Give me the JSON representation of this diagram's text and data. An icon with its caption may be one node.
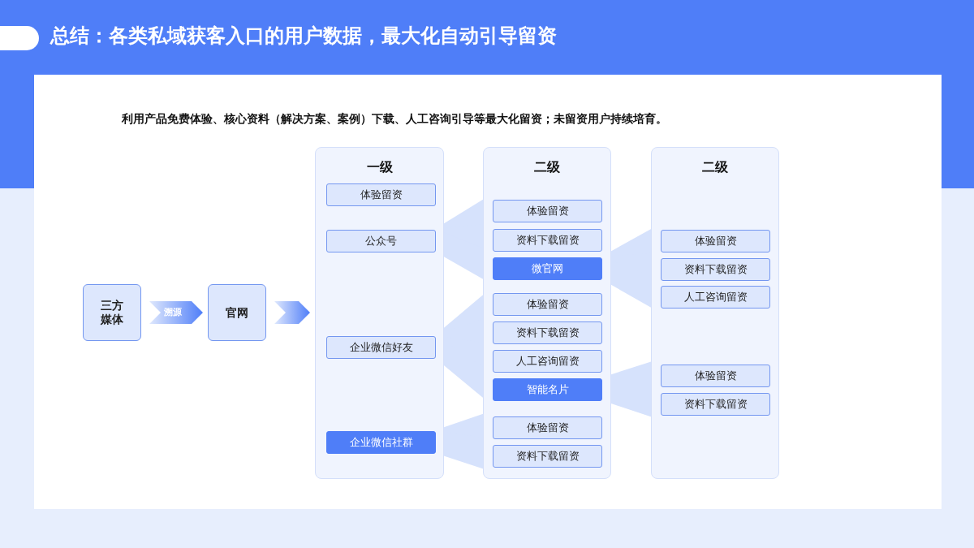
{
  "diagram": {
    "title": "总结：各类私域获客入口的用户数据，最大化自动引导留资",
    "nodes": [
      {
        "text": [
          "三方媒体"
        ]
      },
      {
        "text": [
          "官网"
        ]
      },
      {
        "text": [
          "一级"
        ]
      },
      {
        "text": [
          "体验留资"
        ],
        "in": 2
      },
      {
        "text": [
          "公众号"
        ],
        "in": 2
      },
      {
        "text": [
          "企业微信好友"
        ],
        "in": 2
      },
      {
        "text": [
          "企业微信社群"
        ],
        "in": 2
      },
      {
        "text": [
          "二级"
        ]
      },
      {
        "text": [
          "体验留资"
        ],
        "in": 7
      },
      {
        "text": [
          "资料下载留资"
        ],
        "in": 7
      },
      {
        "text": [
          "微官网"
        ],
        "in": 7
      },
      {
        "text": [
          "体验留资"
        ],
        "in": 7
      },
      {
        "text": [
          "资料下载留资"
        ],
        "in": 7
      },
      {
        "text": [
          "人工咨询留资"
        ],
        "in": 7
      },
      {
        "text": [
          "智能名片"
        ],
        "in": 7
      },
      {
        "text": [
          "体验留资"
        ],
        "in": 7
      },
      {
        "text": [
          "资料下载留资"
        ],
        "in": 7
      },
      {
        "text": [
          "二级"
        ]
      },
      {
        "text": [
          "体验留资"
        ],
        "in": 17
      },
      {
        "text": [
          "资料下载留资"
        ],
        "in": 17
      },
      {
        "text": [
          "人工咨询留资"
        ],
        "in": 17
      },
      {
        "text": [
          "体验留资"
        ],
        "in": 17
      },
      {
        "text": [
          "资料下载留资"
        ],
        "in": 17
      }
    ],
    "edges": [
      {
        "from": 0,
        "to": 1,
        "arrow": "to",
        "label": "溯源"
      },
      {
        "from": 1,
        "to": 2,
        "arrow": "to"
      },
      {
        "from": 4,
        "to": 8,
        "arrow": "none"
      },
      {
        "from": 4,
        "to": 9,
        "arrow": "none"
      },
      {
        "from": 4,
        "to": 10,
        "arrow": "none"
      },
      {
        "from": 5,
        "to": 11,
        "arrow": "none"
      },
      {
        "from": 5,
        "to": 12,
        "arrow": "none"
      },
      {
        "from": 5,
        "to": 13,
        "arrow": "none"
      },
      {
        "from": 5,
        "to": 14,
        "arrow": "none"
      },
      {
        "from": 6,
        "to": 15,
        "arrow": "none"
      },
      {
        "from": 6,
        "to": 16,
        "arrow": "none"
      },
      {
        "from": 10,
        "to": 18,
        "arrow": "none"
      },
      {
        "from": 10,
        "to": 19,
        "arrow": "none"
      },
      {
        "from": 10,
        "to": 20,
        "arrow": "none"
      },
      {
        "from": 14,
        "to": 21,
        "arrow": "none"
      },
      {
        "from": 14,
        "to": 22,
        "arrow": "none"
      }
    ],
    "labels": [
      "利用产品免费体验、核心资料（解决方案、案例）下载、人工咨询引导等最大化留资；未留资用户持续培育。"
    ]
  }
}
